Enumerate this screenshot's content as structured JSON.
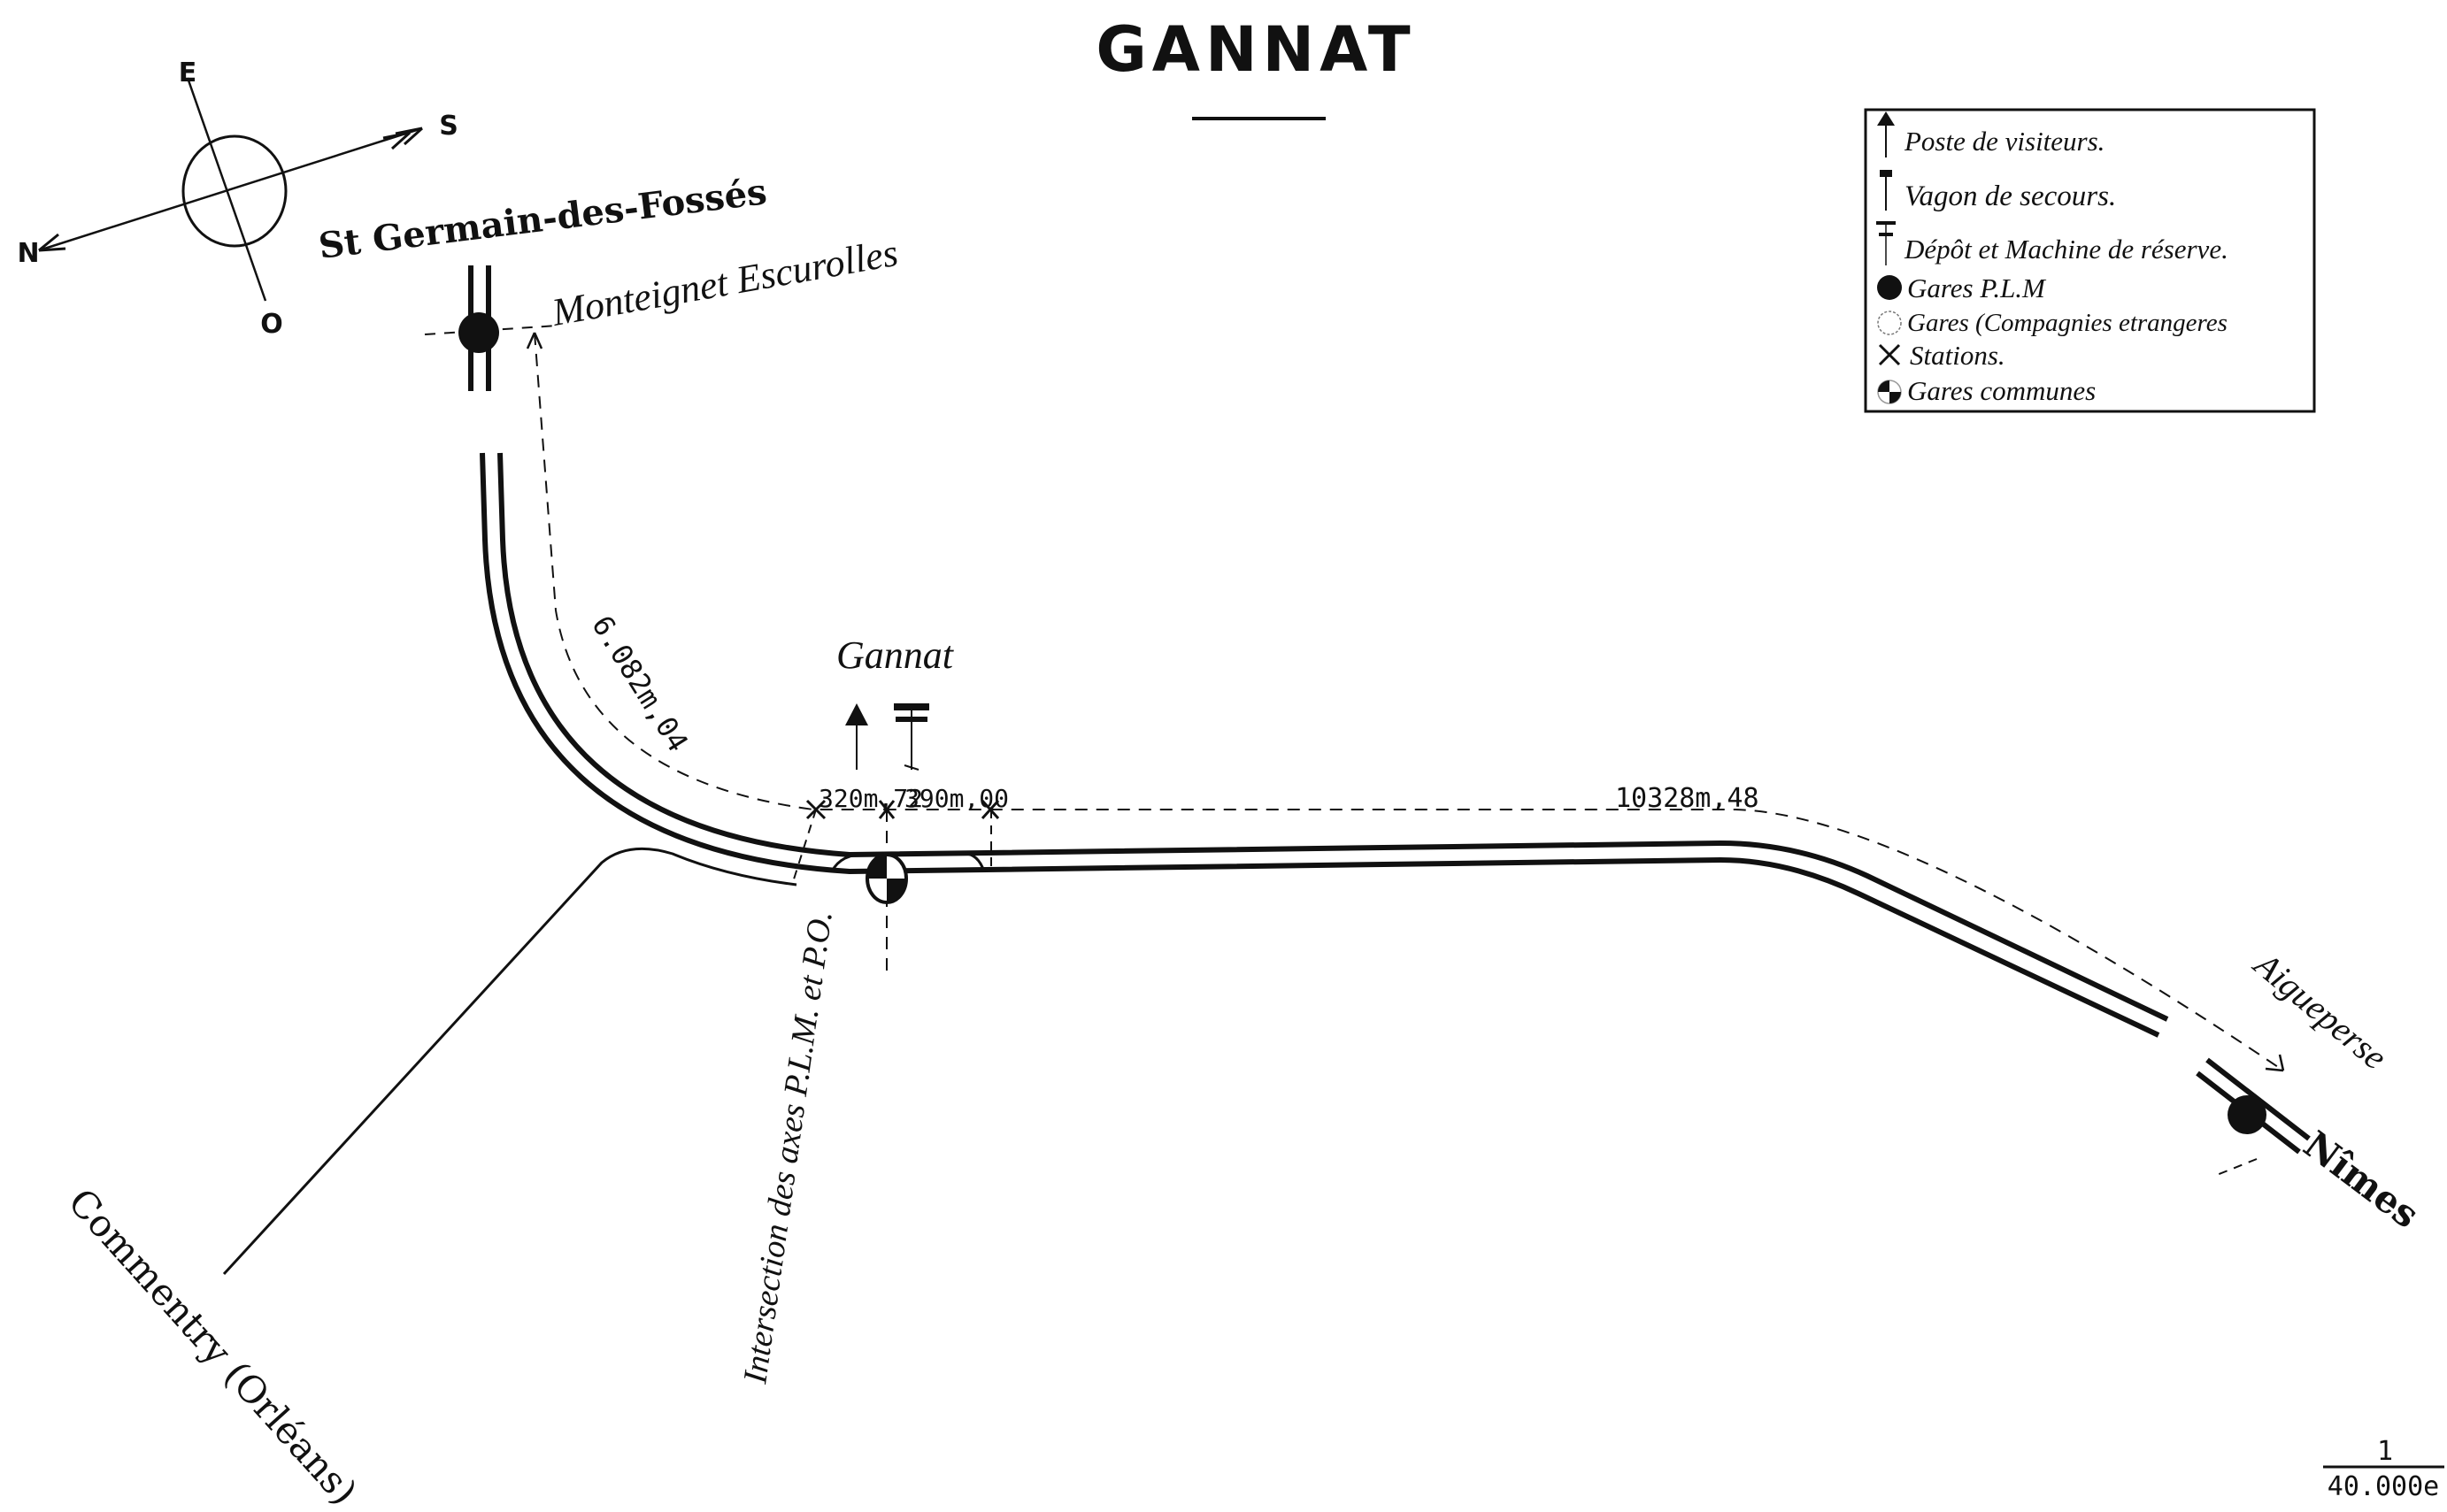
{
  "title": "GANNAT",
  "compass": {
    "east": "E",
    "south": "S",
    "north": "N",
    "west": "O"
  },
  "places": {
    "st_germain": "St Germain-des-Fossés",
    "monteignet": "Monteignet Escurolles",
    "gannat": "Gannat",
    "aigueperse": "Aigueperse",
    "nimes": "Nîmes",
    "commentry": "Commentry (Orléans)",
    "intersection": "Intersection des axes P.L.M. et P.O."
  },
  "distances": {
    "monteignet_gannat": "6.082m,04",
    "d1": "320m,72",
    "d2": "390m,00",
    "gannat_aigueperse": "10328m,48"
  },
  "legend": {
    "items": [
      {
        "icon": "visitor-post-icon",
        "label": "Poste de visiteurs."
      },
      {
        "icon": "rescue-wagon-icon",
        "label": "Vagon de secours."
      },
      {
        "icon": "depot-icon",
        "label": "Dépôt et Machine de réserve."
      },
      {
        "icon": "plm-station-icon",
        "label": "Gares P.L.M"
      },
      {
        "icon": "foreign-station-icon",
        "label": "Gares (Compagnies etrangeres"
      },
      {
        "icon": "stop-icon",
        "label": "Stations."
      },
      {
        "icon": "shared-station-icon",
        "label": "Gares communes"
      }
    ]
  },
  "scale": {
    "numerator": "1",
    "denominator": "40.000e"
  }
}
